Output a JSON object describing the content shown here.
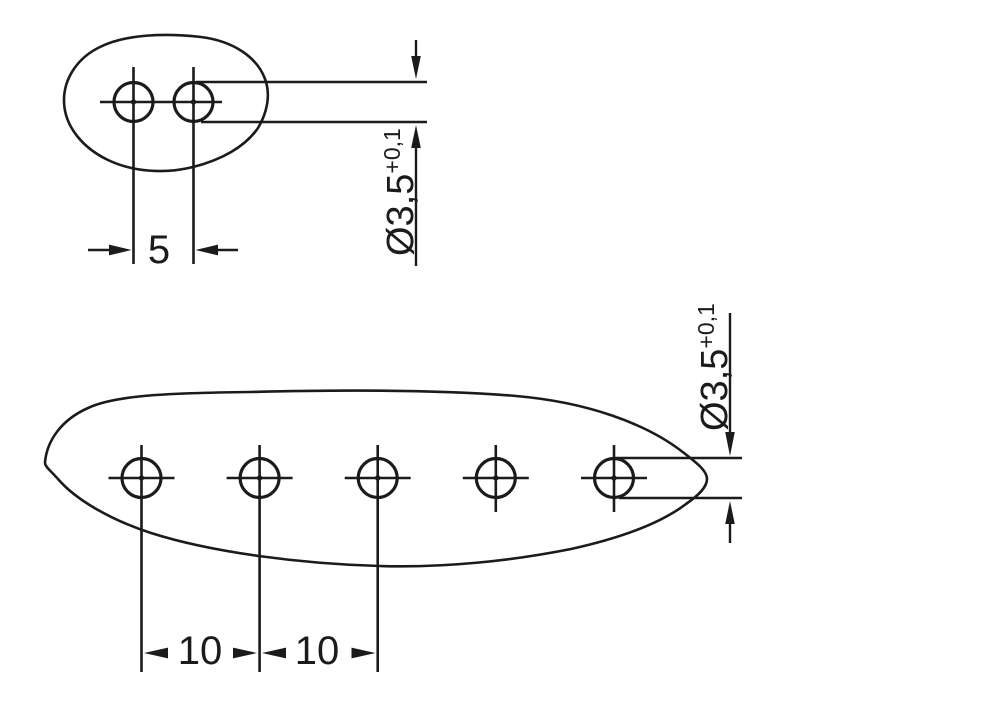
{
  "colors": {
    "background": "#ffffff",
    "line": "#1b1b1b"
  },
  "top_drawing": {
    "hole_count": 2,
    "pitch_label": "5",
    "diameter_label": "Ø3,5",
    "diameter_tolerance": "+0,1"
  },
  "bottom_drawing": {
    "hole_count": 5,
    "pitch_labels": [
      "10",
      "10"
    ],
    "diameter_label": "Ø3,5",
    "diameter_tolerance": "+0,1"
  }
}
